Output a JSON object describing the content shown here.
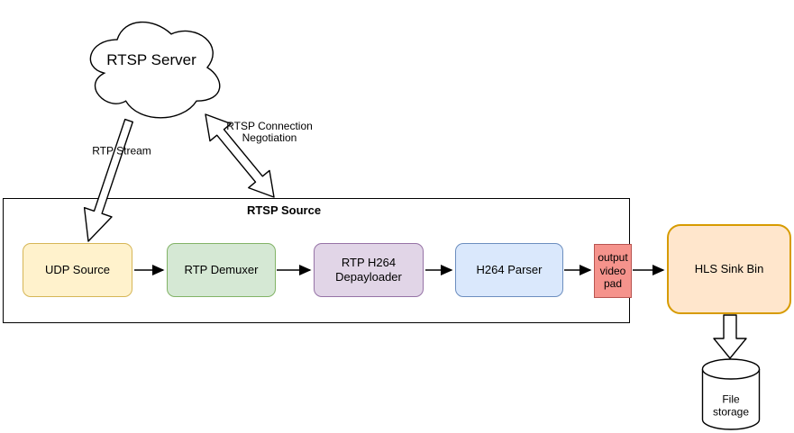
{
  "diagram": {
    "cloud": {
      "label": "RTSP Server"
    },
    "container": {
      "label": "RTSP Source"
    },
    "nodes": {
      "udp_source": {
        "label": "UDP Source",
        "fill": "#fff2cc",
        "stroke": "#d6b656"
      },
      "rtp_demuxer": {
        "label": "RTP Demuxer",
        "fill": "#d5e8d4",
        "stroke": "#82b366"
      },
      "rtp_h264_depayloader": {
        "label": "RTP H264 Depayloader",
        "fill": "#e1d5e7",
        "stroke": "#9673a6"
      },
      "h264_parser": {
        "label": "H264 Parser",
        "fill": "#dae8fc",
        "stroke": "#6c8ebf"
      },
      "output_video_pad": {
        "label": "output video pad",
        "fill": "#f5938c",
        "stroke": "#b85450"
      },
      "hls_sink_bin": {
        "label": "HLS Sink Bin",
        "fill": "#ffe6cc",
        "stroke": "#d79b00"
      },
      "file_storage": {
        "label": "File storage",
        "fill": "#ffffff",
        "stroke": "#000000"
      }
    },
    "edges": {
      "rtp_stream": {
        "label": "RTP Stream"
      },
      "rtsp_negotiation": {
        "label": "RTSP Connection Negotiation"
      }
    }
  }
}
